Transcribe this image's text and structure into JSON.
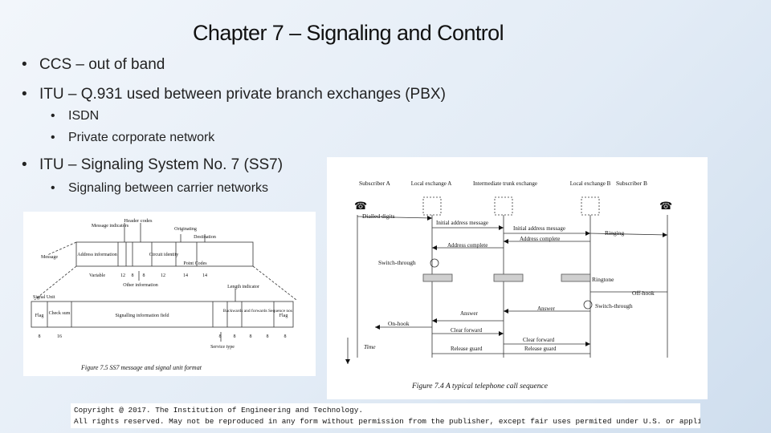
{
  "slide": {
    "title": "Chapter 7 – Signaling and Control",
    "bullets": [
      "CCS – out of band",
      "ITU – Q.931 used between private branch exchanges (PBX)",
      "ISDN",
      "Private corporate network",
      "ITU – Signaling System No. 7 (SS7)",
      "Signaling between carrier networks"
    ],
    "bullet_glyph": "•"
  },
  "fig75": {
    "caption": "Figure 7.5   SS7 message and signal unit format",
    "header_codes": "Header codes",
    "message_indicators": "Message indicators",
    "originating": "Originating",
    "destination": "Destination",
    "message": "Message",
    "address_information": "Address information",
    "circuit_identity": "Circuit identity",
    "point_codes": "Point Codes",
    "variable": "Variable",
    "n12a": "12",
    "n8a": "8",
    "n8b": "8",
    "n12b": "12",
    "n14a": "14",
    "n14b": "14",
    "other_information": "Other information",
    "length_indicator": "Length indicator",
    "signal_unit": "Signal Unit",
    "flag_left": "Flag",
    "check_sum": "Check sum",
    "sif": "Signalling information field",
    "backwards_forwards": "Backwards and forwards Sequence nos",
    "flag_right": "Flag",
    "b8_1": "8",
    "b16": "16",
    "b8_2": "8",
    "b8_3": "8",
    "b8_4": "8",
    "b8_5": "8",
    "b8_6": "8",
    "service_type": "Service type"
  },
  "fig74": {
    "caption": "Figure 7.4   A typical telephone call sequence",
    "subscriber_a": "Subscriber A",
    "subscriber_b": "Subscriber B",
    "local_exchange_a": "Local exchange A",
    "intermediate_trunk": "Intermediate trunk exchange",
    "local_exchange_b": "Local exchange B",
    "dialled_digits": "Dialled digits",
    "iam1": "Initial address message",
    "iam2": "Initial address message",
    "address_complete1": "Address complete",
    "address_complete2": "Address complete",
    "ringing": "Ringing",
    "switch_through_a": "Switch-through",
    "ringtone": "Ringtone",
    "off_hook": "Off-hook",
    "answer1": "Answer",
    "answer2": "Answer",
    "switch_through_b": "Switch-through",
    "on_hook": "On-hook",
    "clear_forward1": "Clear forward",
    "clear_forward2": "Clear forward",
    "release_guard1": "Release guard",
    "release_guard2": "Release guard",
    "time": "Time"
  },
  "copyright": {
    "line1": "Copyright @ 2017. The Institution of Engineering and Technology.",
    "line2": "All rights reserved. May not be reproduced in any form without permission from the publisher, except fair uses permited under U.S. or applicable copyright law."
  }
}
